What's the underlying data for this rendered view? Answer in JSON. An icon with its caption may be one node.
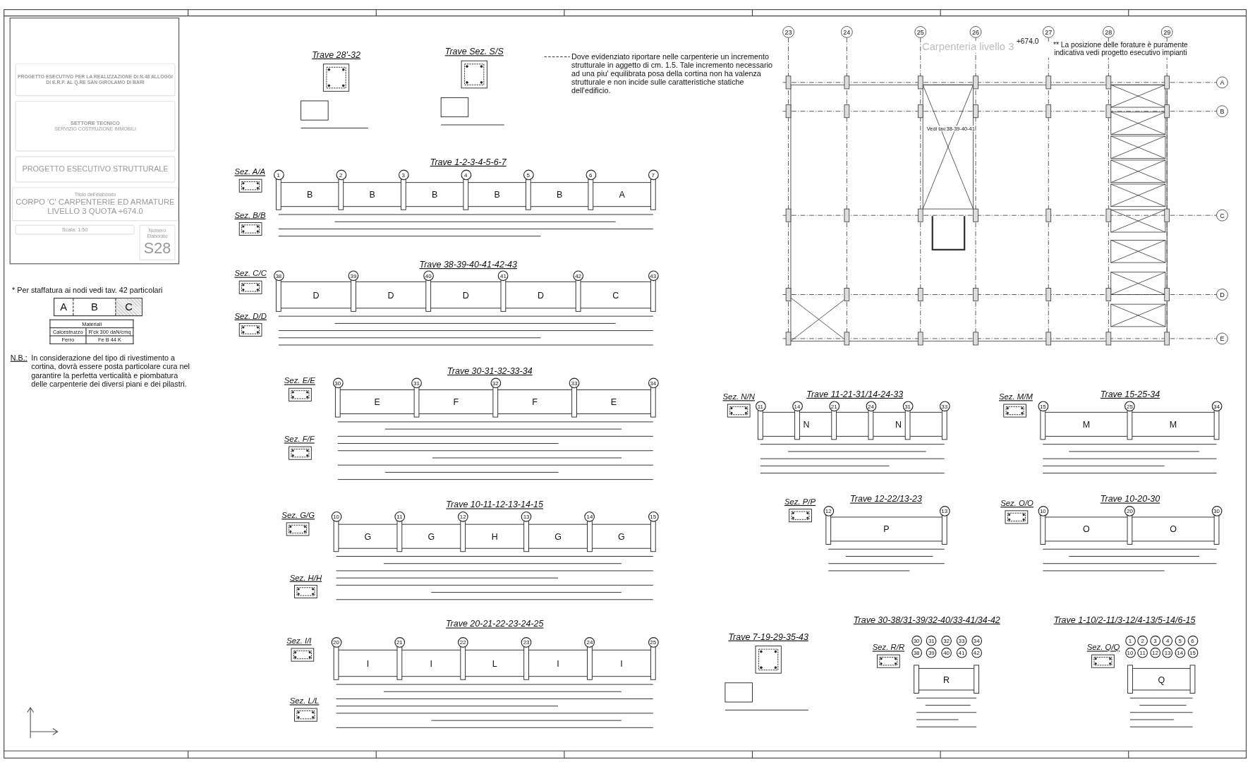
{
  "diagram": {
    "nodes": [
      {
        "text": [
          "PROGETTO ESECUTIVO PER LA REALIZZAZIONE DI N.48 ALLOGGI DI E.R.P. AL Q.RE SAN GIROLAMO DI BARI"
        ]
      },
      {
        "text": [
          "SETTORE TECNICO",
          "SERVIZIO COSTRUZIONE IMMOBILI"
        ]
      },
      {
        "text": [
          "PROGETTO ESECUTIVO STRUTTURALE"
        ]
      },
      {
        "text": [
          "Titolo dell'elaborato",
          "CORPO 'C' CARPENTERIE ED ARMATURE LIVELLO 3 QUOTA +674.0"
        ]
      },
      {
        "text": [
          "Scala: 1:50"
        ]
      },
      {
        "text": [
          "Numero Elaborato",
          "S28"
        ]
      },
      {
        "text": [
          "A",
          "B",
          "C"
        ],
        "beside": [
          "* Per staffatura ai nodi vedi tav. 42 particolari"
        ]
      },
      {
        "text": [
          "Trave 28'-32"
        ]
      },
      {
        "text": [
          "Trave Sez. S/S"
        ]
      },
      {
        "text": [
          "Trave 1-2-3-4-5-6-7"
        ]
      },
      {
        "text": [
          "Sez. A/A"
        ]
      },
      {
        "text": [
          "Sez. B/B"
        ]
      },
      {
        "text": [
          "Trave 38-39-40-41-42-43"
        ]
      },
      {
        "text": [
          "Sez. C/C"
        ]
      },
      {
        "text": [
          "Sez. D/D"
        ]
      },
      {
        "text": [
          "Trave 30-31-32-33-34"
        ]
      },
      {
        "text": [
          "Sez. E/E"
        ]
      },
      {
        "text": [
          "Sez. F/F"
        ]
      },
      {
        "text": [
          "Trave 10-11-12-13-14-15"
        ]
      },
      {
        "text": [
          "Sez. G/G"
        ]
      },
      {
        "text": [
          "Sez. H/H"
        ]
      },
      {
        "text": [
          "Trave 20-21-22-23-24-25"
        ]
      },
      {
        "text": [
          "Sez. I/I"
        ]
      },
      {
        "text": [
          "Sez. L/L"
        ]
      },
      {
        "text": [
          "Trave 11-21-31/14-24-33"
        ]
      },
      {
        "text": [
          "Sez. N/N"
        ]
      },
      {
        "text": [
          "Trave 15-25-34"
        ]
      },
      {
        "text": [
          "Sez. M/M"
        ]
      },
      {
        "text": [
          "Trave 12-22/13-23"
        ]
      },
      {
        "text": [
          "Sez. P/P"
        ]
      },
      {
        "text": [
          "Trave 10-20-30"
        ]
      },
      {
        "text": [
          "Sez. O/O"
        ]
      },
      {
        "text": [
          "Trave 7-19-29-35-43"
        ]
      },
      {
        "text": [
          "Trave 30-38/31-39/32-40/33-41/34-42"
        ]
      },
      {
        "text": [
          "Sez. R/R"
        ],
        "in": 33
      },
      {
        "text": [
          "Trave 1-10/2-11/3-12/4-13/5-14/6-15"
        ]
      },
      {
        "text": [
          "Sez. Q/Q"
        ],
        "in": 35
      },
      {
        "text": [
          "Carpenteria livello 3"
        ]
      }
    ],
    "labels": [
      "Materiali",
      "Calcestruzzo",
      "R'ck 300 daN/cmq",
      "Ferro",
      "Fe B 44 K",
      "N.B.:",
      "In considerazione del tipo di rivestimento a cortina, dovrà essere posta particolare cura nel garantire la perfetta verticalità e piombatura delle carpenterie dei diversi piani e dei pilastri.",
      "+674.0",
      "** La posizione delle forature è puramente indicativa vedi progetto esecutivo impianti",
      "Vedi tav.38-39-40-41",
      "23",
      "24",
      "25",
      "26",
      "27",
      "28",
      "29",
      "A",
      "B",
      "C",
      "D",
      "E",
      "1",
      "2",
      "3",
      "4",
      "5",
      "6",
      "7",
      "B",
      "B",
      "B",
      "B",
      "B",
      "A",
      "38",
      "39",
      "40",
      "41",
      "42",
      "43",
      "D",
      "D",
      "D",
      "D",
      "C",
      "30",
      "31",
      "32",
      "33",
      "34",
      "E",
      "F",
      "F",
      "E",
      "10",
      "11",
      "12",
      "13",
      "14",
      "15",
      "G",
      "G",
      "H",
      "G",
      "G",
      "20",
      "21",
      "22",
      "23",
      "24",
      "25",
      "I",
      "I",
      "L",
      "I",
      "I",
      "11",
      "14",
      "21",
      "24",
      "31",
      "33",
      "N",
      "N",
      "15",
      "25",
      "34",
      "M",
      "M",
      "12",
      "13",
      "P",
      "10",
      "20",
      "30",
      "O",
      "O",
      "30",
      "38",
      "31",
      "39",
      "32",
      "40",
      "33",
      "41",
      "34",
      "42",
      "R",
      "1",
      "10",
      "2",
      "11",
      "3",
      "12",
      "4",
      "13",
      "5",
      "14",
      "6",
      "15",
      "Q"
    ],
    "legend": [
      {
        "text": "Dove evidenziato riportare nelle carpenterie un incremento strutturale in aggetto di cm. 1.5. Tale incremento necessario ad una piu' equilibrata posa della cortina non ha valenza strutturale e non incide sulle caratteristiche statiche dell'edificio."
      }
    ]
  }
}
